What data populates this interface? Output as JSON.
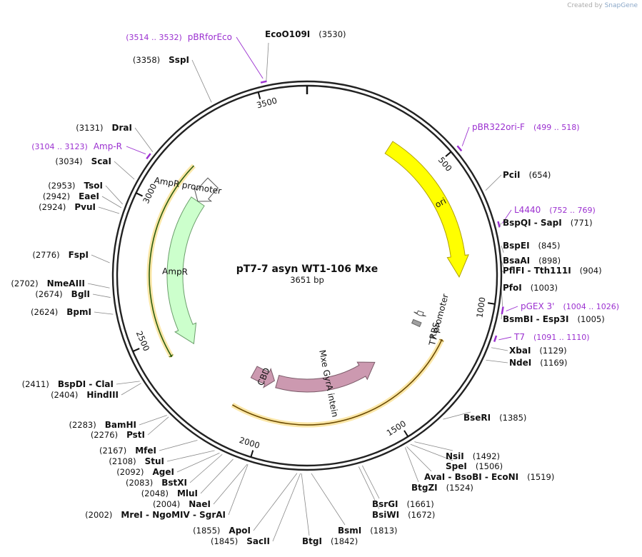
{
  "credit": {
    "prefix": "Created by",
    "brand": "SnapGene"
  },
  "plasmid": {
    "name": "pT7-7 asyn WT1-106 Mxe",
    "length": 3651,
    "length_label": "3651 bp"
  },
  "ruler": [
    {
      "pos": 500,
      "label": "500"
    },
    {
      "pos": 1000,
      "label": "1000"
    },
    {
      "pos": 1500,
      "label": "1500"
    },
    {
      "pos": 2000,
      "label": "2000"
    },
    {
      "pos": 2500,
      "label": "2500"
    },
    {
      "pos": 3000,
      "label": "3000"
    },
    {
      "pos": 3500,
      "label": "3500"
    }
  ],
  "features": [
    {
      "id": "ori",
      "label": "ori",
      "start": 330,
      "end": 918,
      "color": "#ffff00",
      "border": "#b0a000",
      "direction": 1
    },
    {
      "id": "ampr",
      "label": "AmpR",
      "start": 2424,
      "end": 3085,
      "color": "#ccffcc",
      "border": "#6a9e6a",
      "direction": -1
    },
    {
      "id": "ampr-promoter",
      "label": "AmpR promoter",
      "start": 3085,
      "end": 3190,
      "color": "#ffffff",
      "border": "#555555",
      "direction": -1
    },
    {
      "id": "mxe-intein",
      "label": "Mxe GyrA intein",
      "start": 1440,
      "end": 1985,
      "color": "#cc99b0",
      "border": "#7a5a68",
      "direction": -1
    },
    {
      "id": "cbd",
      "label": "CBD",
      "start": 2000,
      "end": 2118,
      "color": "#cc99b0",
      "border": "#7a5a68",
      "direction": -1
    },
    {
      "id": "t7-promoter",
      "label": "T7 promoter",
      "start": 1091,
      "end": 1110,
      "color": "#ffffff",
      "border": "#555555",
      "direction": 1
    },
    {
      "id": "rbs",
      "label": "RBS",
      "start": 1140,
      "end": 1160,
      "color": "#a0a0a0",
      "border": "#666666",
      "direction": 0
    }
  ],
  "orfs": [
    {
      "id": "orf-ampr",
      "start": 2424,
      "end": 3186,
      "direction": -1
    },
    {
      "id": "orf-insert",
      "start": 1169,
      "end": 2130,
      "direction": -1
    }
  ],
  "primers": [
    {
      "name": "pBRforEco",
      "range": "(3514 .. 3532)",
      "start": 3514,
      "end": 3532,
      "side": "left"
    },
    {
      "name": "pBR322ori-F",
      "range": "(499 .. 518)",
      "start": 499,
      "end": 518,
      "side": "right"
    },
    {
      "name": "L4440",
      "range": "(752 .. 769)",
      "start": 752,
      "end": 769,
      "side": "right"
    },
    {
      "name": "pGEX 3'",
      "range": "(1004 .. 1026)",
      "start": 1004,
      "end": 1026,
      "side": "right"
    },
    {
      "name": "T7",
      "range": "(1091 .. 1110)",
      "start": 1091,
      "end": 1110,
      "side": "right"
    },
    {
      "name": "Amp-R",
      "range": "(3104 .. 3123)",
      "start": 3104,
      "end": 3123,
      "side": "left"
    }
  ],
  "enzymes_right": [
    {
      "text": "EcoO109I",
      "pos_label": "(3530)",
      "pos": 3530
    },
    {
      "text": "PciI",
      "pos_label": "(654)",
      "pos": 654
    },
    {
      "text": "BspQI  -  SapI",
      "pos_label": "(771)",
      "pos": 771
    },
    {
      "text": "BspEI",
      "pos_label": "(845)",
      "pos": 845
    },
    {
      "text": "BsaAI",
      "pos_label": "(898)",
      "pos": 898
    },
    {
      "text": "PflFI  -  Tth111I",
      "pos_label": "(904)",
      "pos": 904
    },
    {
      "text": "PfoI",
      "pos_label": "(1003)",
      "pos": 1003
    },
    {
      "text": "BsmBI  -  Esp3I",
      "pos_label": "(1005)",
      "pos": 1005
    },
    {
      "text": "XbaI",
      "pos_label": "(1129)",
      "pos": 1129
    },
    {
      "text": "NdeI",
      "pos_label": "(1169)",
      "pos": 1169
    },
    {
      "text": "BseRI",
      "pos_label": "(1385)",
      "pos": 1385
    },
    {
      "text": "NsiI",
      "pos_label": "(1492)",
      "pos": 1492
    },
    {
      "text": "SpeI",
      "pos_label": "(1506)",
      "pos": 1506
    },
    {
      "text": "AvaI  -  BsoBI  -  EcoNI",
      "pos_label": "(1519)",
      "pos": 1519
    },
    {
      "text": "BtgZI",
      "pos_label": "(1524)",
      "pos": 1524
    },
    {
      "text": "BsrGI",
      "pos_label": "(1661)",
      "pos": 1661
    },
    {
      "text": "BsiWI",
      "pos_label": "(1672)",
      "pos": 1672
    },
    {
      "text": "BsmI",
      "pos_label": "(1813)",
      "pos": 1813
    },
    {
      "text": "BtgI",
      "pos_label": "(1842)",
      "pos": 1842
    }
  ],
  "enzymes_left": [
    {
      "text": "SspI",
      "pos_label": "(3358)",
      "pos": 3358
    },
    {
      "text": "DraI",
      "pos_label": "(3131)",
      "pos": 3131
    },
    {
      "text": "ScaI",
      "pos_label": "(3034)",
      "pos": 3034
    },
    {
      "text": "TsoI",
      "pos_label": "(2953)",
      "pos": 2953
    },
    {
      "text": "EaeI",
      "pos_label": "(2942)",
      "pos": 2942
    },
    {
      "text": "PvuI",
      "pos_label": "(2924)",
      "pos": 2924
    },
    {
      "text": "FspI",
      "pos_label": "(2776)",
      "pos": 2776
    },
    {
      "text": "NmeAIII",
      "pos_label": "(2702)",
      "pos": 2702
    },
    {
      "text": "BglI",
      "pos_label": "(2674)",
      "pos": 2674
    },
    {
      "text": "BpmI",
      "pos_label": "(2624)",
      "pos": 2624
    },
    {
      "text": "BspDI  -  ClaI",
      "pos_label": "(2411)",
      "pos": 2411
    },
    {
      "text": "HindIII",
      "pos_label": "(2404)",
      "pos": 2404
    },
    {
      "text": "BamHI",
      "pos_label": "(2283)",
      "pos": 2283
    },
    {
      "text": "PstI",
      "pos_label": "(2276)",
      "pos": 2276
    },
    {
      "text": "MfeI",
      "pos_label": "(2167)",
      "pos": 2167
    },
    {
      "text": "StuI",
      "pos_label": "(2108)",
      "pos": 2108
    },
    {
      "text": "AgeI",
      "pos_label": "(2092)",
      "pos": 2092
    },
    {
      "text": "BstXI",
      "pos_label": "(2083)",
      "pos": 2083
    },
    {
      "text": "MluI",
      "pos_label": "(2048)",
      "pos": 2048
    },
    {
      "text": "NaeI",
      "pos_label": "(2004)",
      "pos": 2004
    },
    {
      "text": "MreI  -  NgoMIV  -  SgrAI",
      "pos_label": "(2002)",
      "pos": 2002
    },
    {
      "text": "ApoI",
      "pos_label": "(1855)",
      "pos": 1855
    },
    {
      "text": "SacII",
      "pos_label": "(1845)",
      "pos": 1845
    }
  ]
}
